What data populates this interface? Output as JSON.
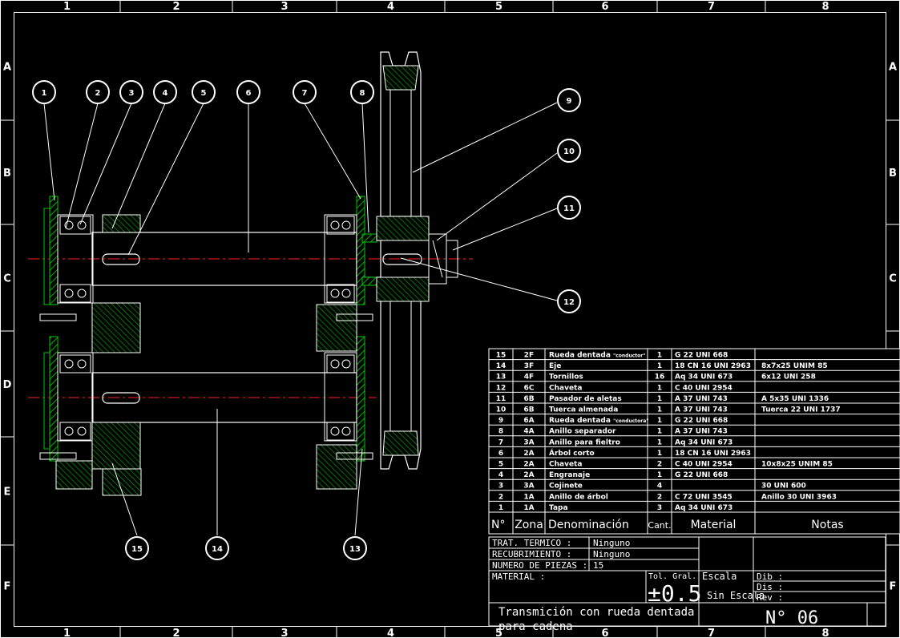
{
  "frame": {
    "columns": [
      "1",
      "2",
      "3",
      "4",
      "5",
      "6",
      "7",
      "8"
    ],
    "rows": [
      "A",
      "B",
      "C",
      "D",
      "E",
      "F"
    ]
  },
  "callouts": {
    "top": [
      "1",
      "2",
      "3",
      "4",
      "5",
      "6",
      "7",
      "8"
    ],
    "right": [
      "9",
      "10",
      "11",
      "12"
    ],
    "bottom": [
      "15",
      "14",
      "13"
    ]
  },
  "bom": {
    "header": {
      "num": "N° ",
      "zona": "Zona",
      "denominacion": "Denominación",
      "cant": "Cant.",
      "material": "Material",
      "notas": "Notas"
    },
    "rows": [
      {
        "num": "15",
        "zona": "2F",
        "denom": "Rueda dentada ",
        "denom_sub": "\"conductor\"",
        "cant": "1",
        "material": "G 22 UNI 668",
        "notas": ""
      },
      {
        "num": "14",
        "zona": "3F",
        "denom": "Eje",
        "denom_sub": "",
        "cant": "1",
        "material": "18 CN 16 UNI 2963",
        "notas": "8x7x25 UNIM 85"
      },
      {
        "num": "13",
        "zona": "4F",
        "denom": "Tornillos",
        "denom_sub": "",
        "cant": "16",
        "material": "Aq 34 UNI 673",
        "notas": "6x12 UNI 258"
      },
      {
        "num": "12",
        "zona": "6C",
        "denom": "Chaveta",
        "denom_sub": "",
        "cant": "1",
        "material": "C 40 UNI 2954",
        "notas": ""
      },
      {
        "num": "11",
        "zona": "6B",
        "denom": "Pasador de aletas",
        "denom_sub": "",
        "cant": "1",
        "material": "A 37 UNI 743",
        "notas": "A 5x35 UNI 1336"
      },
      {
        "num": "10",
        "zona": "6B",
        "denom": "Tuerca almenada",
        "denom_sub": "",
        "cant": "1",
        "material": "A 37 UNI 743",
        "notas": "Tuerca 22 UNI 1737"
      },
      {
        "num": "9",
        "zona": "6A",
        "denom": "Rueda dentada ",
        "denom_sub": "\"conductora\"",
        "cant": "1",
        "material": "G 22 UNI 668",
        "notas": ""
      },
      {
        "num": "8",
        "zona": "4A",
        "denom": "Anillo separador",
        "denom_sub": "",
        "cant": "1",
        "material": "A 37 UNI 743",
        "notas": ""
      },
      {
        "num": "7",
        "zona": "3A",
        "denom": "Anillo para fieltro",
        "denom_sub": "",
        "cant": "1",
        "material": "Aq 34 UNI 673",
        "notas": ""
      },
      {
        "num": "6",
        "zona": "2A",
        "denom": "Árbol corto",
        "denom_sub": "",
        "cant": "1",
        "material": "18 CN 16 UNI 2963",
        "notas": ""
      },
      {
        "num": "5",
        "zona": "2A",
        "denom": "Chaveta",
        "denom_sub": "",
        "cant": "2",
        "material": "C 40 UNI 2954",
        "notas": "10x8x25 UNIM 85"
      },
      {
        "num": "4",
        "zona": "2A",
        "denom": "Engranaje",
        "denom_sub": "",
        "cant": "1",
        "material": "G 22 UNI 668",
        "notas": ""
      },
      {
        "num": "3",
        "zona": "3A",
        "denom": "Cojinete",
        "denom_sub": "",
        "cant": "4",
        "material": "",
        "notas": "30 UNI 600"
      },
      {
        "num": "2",
        "zona": "1A",
        "denom": "Anillo de árbol",
        "denom_sub": "",
        "cant": "2",
        "material": "C 72 UNI 3545",
        "notas": "Anillo 30 UNI 3963"
      },
      {
        "num": "1",
        "zona": "1A",
        "denom": "Tapa",
        "denom_sub": "",
        "cant": "3",
        "material": "Aq 34 UNI 673",
        "notas": ""
      }
    ]
  },
  "title_block": {
    "trat_label": "TRAT. TERMICO :",
    "trat_value": "Ninguno",
    "recub_label": "RECUBRIMIENTO :",
    "recub_value": "Ninguno",
    "piezas_label": "NUMERO DE PIEZAS :",
    "piezas_value": "15",
    "material_label": "MATERIAL :",
    "tol_label": "Tol. Gral.",
    "tol_value": "±0.5",
    "escala_label": "Escala",
    "escala_value": "Sin Escala",
    "dib_label": "Dib :",
    "dis_label": "Dis :",
    "rev_label": "Rev :",
    "title_line1": "Transmición con rueda dentada",
    "title_line2": "para cadena",
    "number": "N°  06"
  },
  "colors": {
    "line": "#ffffff",
    "part": "#00c800",
    "axis": "#ff0000"
  }
}
